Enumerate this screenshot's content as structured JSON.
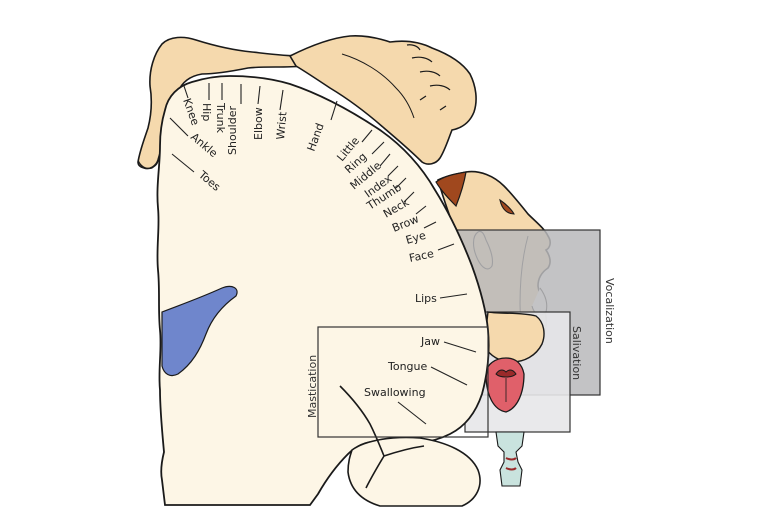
{
  "figure": {
    "title": "Motor homunculus",
    "body_part_labels": {
      "knee": "Knee",
      "hip": "Hip",
      "trunk": "Trunk",
      "shoulder": "Shoulder",
      "elbow": "Elbow",
      "wrist": "Wrist",
      "hand": "Hand",
      "ankle": "Ankle",
      "toes": "Toes",
      "little": "Little",
      "ring": "Ring",
      "middle": "Middle",
      "index": "Index",
      "thumb": "Thumb",
      "neck": "Neck",
      "brow": "Brow",
      "eye": "Eye",
      "face": "Face",
      "lips": "Lips",
      "jaw": "Jaw",
      "tongue": "Tongue",
      "swallowing": "Swallowing"
    },
    "function_boxes": {
      "vocalization": "Vocalization",
      "salivation": "Salivation",
      "mastication": "Mastication"
    },
    "colors": {
      "skin": "#f5d9ad",
      "cortex": "#fdf6e6",
      "hair": "#a0481e",
      "tongue": "#e0606a",
      "lips_dark": "#9a2a2a",
      "blue_region": "#6f86cc",
      "larynx": "#c9e3de",
      "vocalization_fill": "#b9b9bb",
      "salivation_fill": "#e7e7e9",
      "outline": "#1a1a1a"
    }
  }
}
